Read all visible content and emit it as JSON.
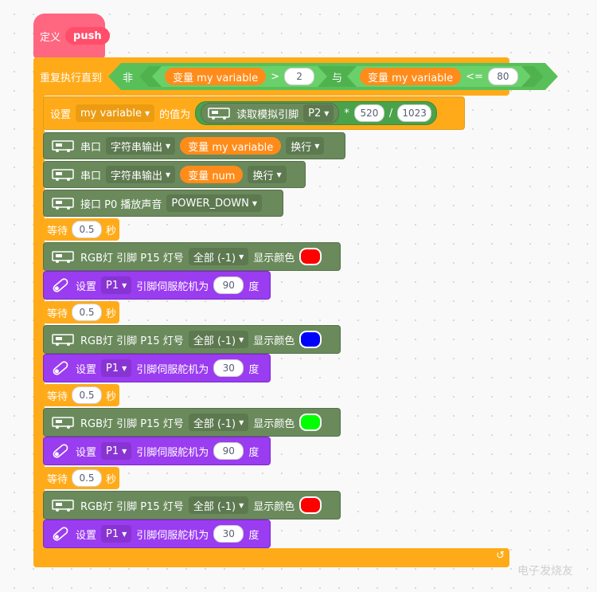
{
  "define": {
    "label": "定义",
    "name": "push"
  },
  "repeat_until": {
    "label": "重复执行直到",
    "not_label": "非",
    "var_label": "变量 my variable",
    "gt": ">",
    "gt_value": "2",
    "and_label": "与",
    "var_label2": "变量 my variable",
    "le": "<=",
    "le_value": "80"
  },
  "set_var": {
    "prefix": "设置",
    "var": "my variable",
    "suffix": "的值为",
    "read_label": "读取模拟引脚",
    "pin": "P2",
    "mul": "*",
    "mul_value": "520",
    "div": "/",
    "div_value": "1023"
  },
  "serial1": {
    "label": "串口",
    "mode": "字符串输出",
    "value": "变量 my variable",
    "newline": "换行"
  },
  "serial2": {
    "label": "串口",
    "mode": "字符串输出",
    "value": "变量 num",
    "newline": "换行"
  },
  "sound": {
    "label": "接口 P0 播放声音",
    "sound": "POWER_DOWN"
  },
  "wait_label": "等待",
  "wait_unit": "秒",
  "wait_value": "0.5",
  "rgb_label": "RGB灯 引脚 P15 灯号",
  "rgb_all": "全部 (-1)",
  "rgb_show": "显示颜色",
  "servo_prefix": "设置",
  "servo_pin": "P1",
  "servo_mid": "引脚伺服舵机为",
  "servo_unit": "度",
  "servo_angles": [
    "90",
    "30",
    "90",
    "30"
  ],
  "colors": {
    "red": "#ff0000",
    "blue": "#0000ff",
    "green": "#00ff00"
  },
  "loop_icon": "loop-arrow-icon",
  "watermark": "电子发烧友"
}
